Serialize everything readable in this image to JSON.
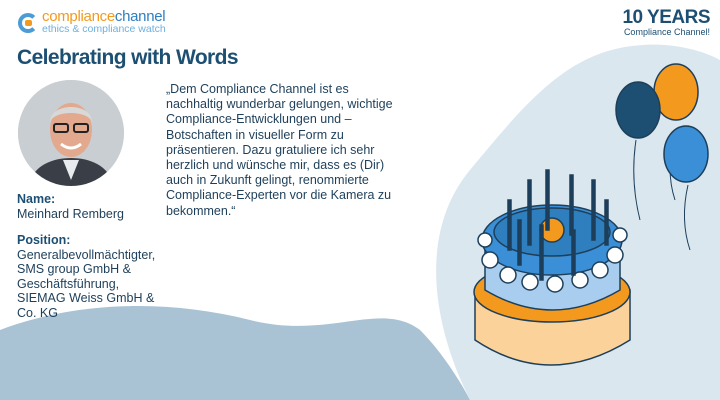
{
  "logo": {
    "brand_a": "compliance",
    "brand_b": "channel",
    "tagline": "ethics & compliance watch"
  },
  "badge": {
    "big": "10 YEARS",
    "small": "Compliance Channel!"
  },
  "title": "Celebrating with Words",
  "person": {
    "name_label": "Name:",
    "name": "Meinhard Remberg",
    "position_label": "Position:",
    "position": "Generalbevollmächtigter, SMS group GmbH & Geschäftsführung, SIEMAG Weiss GmbH & Co. KG"
  },
  "quote": "„Dem Compliance Channel ist es nachhaltig wunderbar gelungen, wichtige Compliance-Entwicklungen und – Botschaften in visueller Form zu präsentieren. Dazu gratuliere ich sehr herzlich und wünsche mir, dass es (Dir) auch in Zukunft gelingt, renommierte Compliance-Experten vor die Kamera zu bekommen.“",
  "colors": {
    "navy": "#1d4f73",
    "orange": "#f39a1e",
    "blue": "#3b8fd6",
    "light": "#d8e5ee"
  }
}
